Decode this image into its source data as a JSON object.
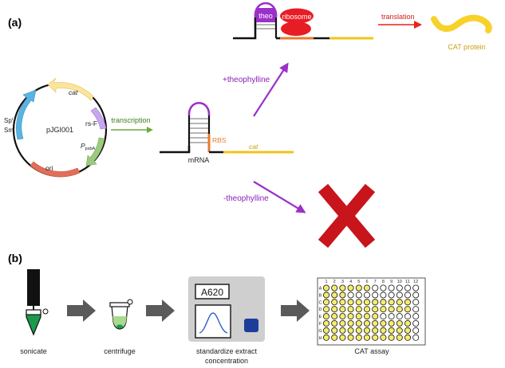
{
  "panel_a": {
    "label": "(a)",
    "plasmid": {
      "name": "pJGI001",
      "genes": {
        "cat": "cat",
        "rs_f": "rs-F",
        "ppsba_main": "P",
        "ppsba_sub": "psbA",
        "ori": "ori",
        "spsm_line1": "Sp",
        "spsm_line1_sup": "r",
        "spsm_line2": "Sm",
        "spsm_line2_sup": "r"
      }
    },
    "transcription_label": "transcription",
    "mrna": {
      "label": "mRNA",
      "rbs_label": "RBS",
      "cat_label": "cat"
    },
    "plus_theo_label": "+theophylline",
    "minus_theo_label": "-theophylline",
    "top_construct": {
      "theo_label": "theo",
      "ribosome_label": "ribosome"
    },
    "translation_label": "translation",
    "protein_label": "CAT protein"
  },
  "panel_b": {
    "label": "(b)",
    "steps": {
      "sonicate": "sonicate",
      "centrifuge": "centrifuge",
      "standardize_line1": "standardize extract",
      "standardize_line2": "concentration",
      "cat_assay": "CAT assay"
    },
    "spectrophotometer_display": "A620",
    "plate": {
      "columns": [
        "1",
        "2",
        "3",
        "4",
        "5",
        "6",
        "7",
        "8",
        "9",
        "10",
        "11",
        "12"
      ],
      "rows": [
        "A",
        "B",
        "C",
        "D",
        "E",
        "F",
        "G",
        "H"
      ],
      "yellow_wells": [
        "A1",
        "A2",
        "A3",
        "A4",
        "A5",
        "A6",
        "B1",
        "B2",
        "B3",
        "C1",
        "C2",
        "C3",
        "C4",
        "C5",
        "C6",
        "C7",
        "C8",
        "C9",
        "C10",
        "C11",
        "D1",
        "D2",
        "D3",
        "D4",
        "D5",
        "D6",
        "D7",
        "D8",
        "D9",
        "D10",
        "D11",
        "E1",
        "E2",
        "E3",
        "E4",
        "E5",
        "E6",
        "E7",
        "F1",
        "F2",
        "F3",
        "F4",
        "F5",
        "F6",
        "F7",
        "F8",
        "F9",
        "F10",
        "F11",
        "G1",
        "G2",
        "G3",
        "G4",
        "G5",
        "G6",
        "G7",
        "G8",
        "G9",
        "G10",
        "G11",
        "H1",
        "H2",
        "H3",
        "H4",
        "H5",
        "H6",
        "H7",
        "H8",
        "H9",
        "H10",
        "H11"
      ]
    }
  },
  "colors": {
    "purple": "#9b30c9",
    "orange": "#e87a2c",
    "yellow": "#f0c419",
    "red_cross": "#c8141b",
    "ribosome": "#e81c24",
    "green_arrow": "#6aab3e",
    "translation_red": "#e8231f",
    "gray_arrow": "#5a5a5a",
    "plasmid_cat": "#fbe59c",
    "plasmid_rs": "#c6a7ee",
    "plasmid_ppsba": "#9ccb7f",
    "plasmid_ori": "#e36e58",
    "plasmid_spsm": "#5ab3e0",
    "well_yellow": "#f5ec6b"
  }
}
